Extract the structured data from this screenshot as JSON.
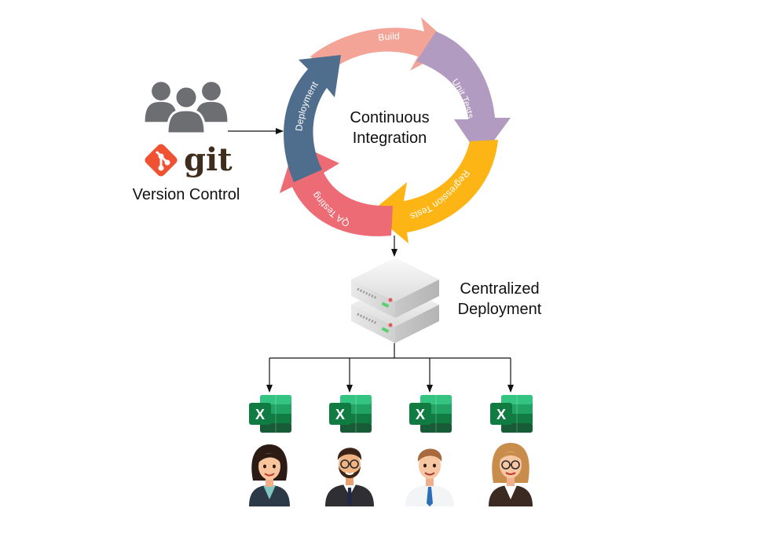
{
  "version_control": {
    "git_word": "git",
    "label": "Version Control"
  },
  "ci": {
    "center_line1": "Continuous",
    "center_line2": "Integration",
    "stages": [
      {
        "label": "Build",
        "color": "#f4a497"
      },
      {
        "label": "Unit Tests",
        "color": "#b29bc0"
      },
      {
        "label": "Regression Tests",
        "color": "#fcb514"
      },
      {
        "label": "QA Testing",
        "color": "#ec6b74"
      },
      {
        "label": "Deployment",
        "color": "#4f6d8c"
      }
    ]
  },
  "deployment": {
    "line1": "Centralized",
    "line2": "Deployment"
  },
  "excel_glyph": "X",
  "colors": {
    "git_orange": "#f05133",
    "people_gray": "#6d6e71",
    "excel_green": "#1e7145",
    "arrow": "#111111"
  }
}
